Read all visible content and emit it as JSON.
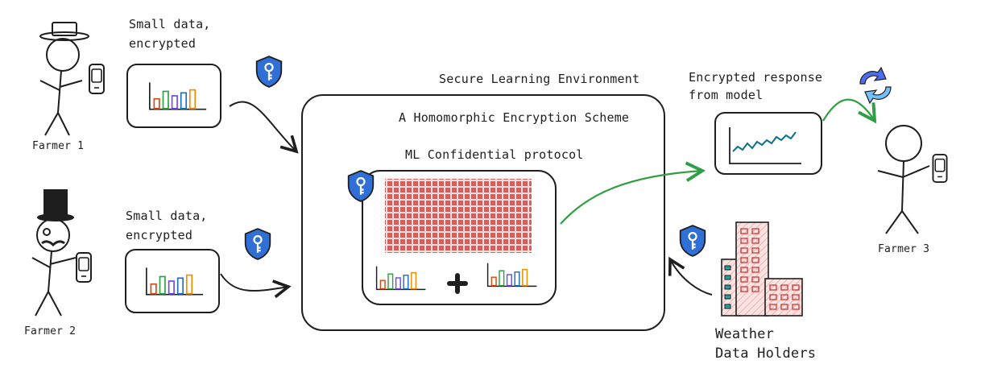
{
  "farmers": {
    "farmer1": {
      "name": "Farmer 1",
      "note_line1": "Small data,",
      "note_line2": "encrypted"
    },
    "farmer2": {
      "name": "Farmer 2",
      "note_line1": "Small data,",
      "note_line2": "encrypted"
    },
    "farmer3": {
      "name": "Farmer 3"
    }
  },
  "environment": {
    "title": "Secure Learning Environment",
    "scheme": "A Homomorphic Encryption Scheme",
    "protocol": "ML Confidential protocol"
  },
  "response": {
    "line1": "Encrypted response",
    "line2": "from model"
  },
  "weather": {
    "line1": "Weather",
    "line2": "Data Holders"
  },
  "colors": {
    "ink": "#1e1e1e",
    "shield": "#2f6fd6",
    "arrow_green": "#2f9e44",
    "grid_red": "#e0403f",
    "chart_line": "#0b7285",
    "building_fill": "#f8d3d0",
    "window_teal": "#1fa2a0"
  },
  "icons": [
    "shield-key-icon",
    "phone-icon",
    "bar-chart-icon",
    "plus-icon",
    "sync-icon",
    "building-icon",
    "hat-icon"
  ]
}
